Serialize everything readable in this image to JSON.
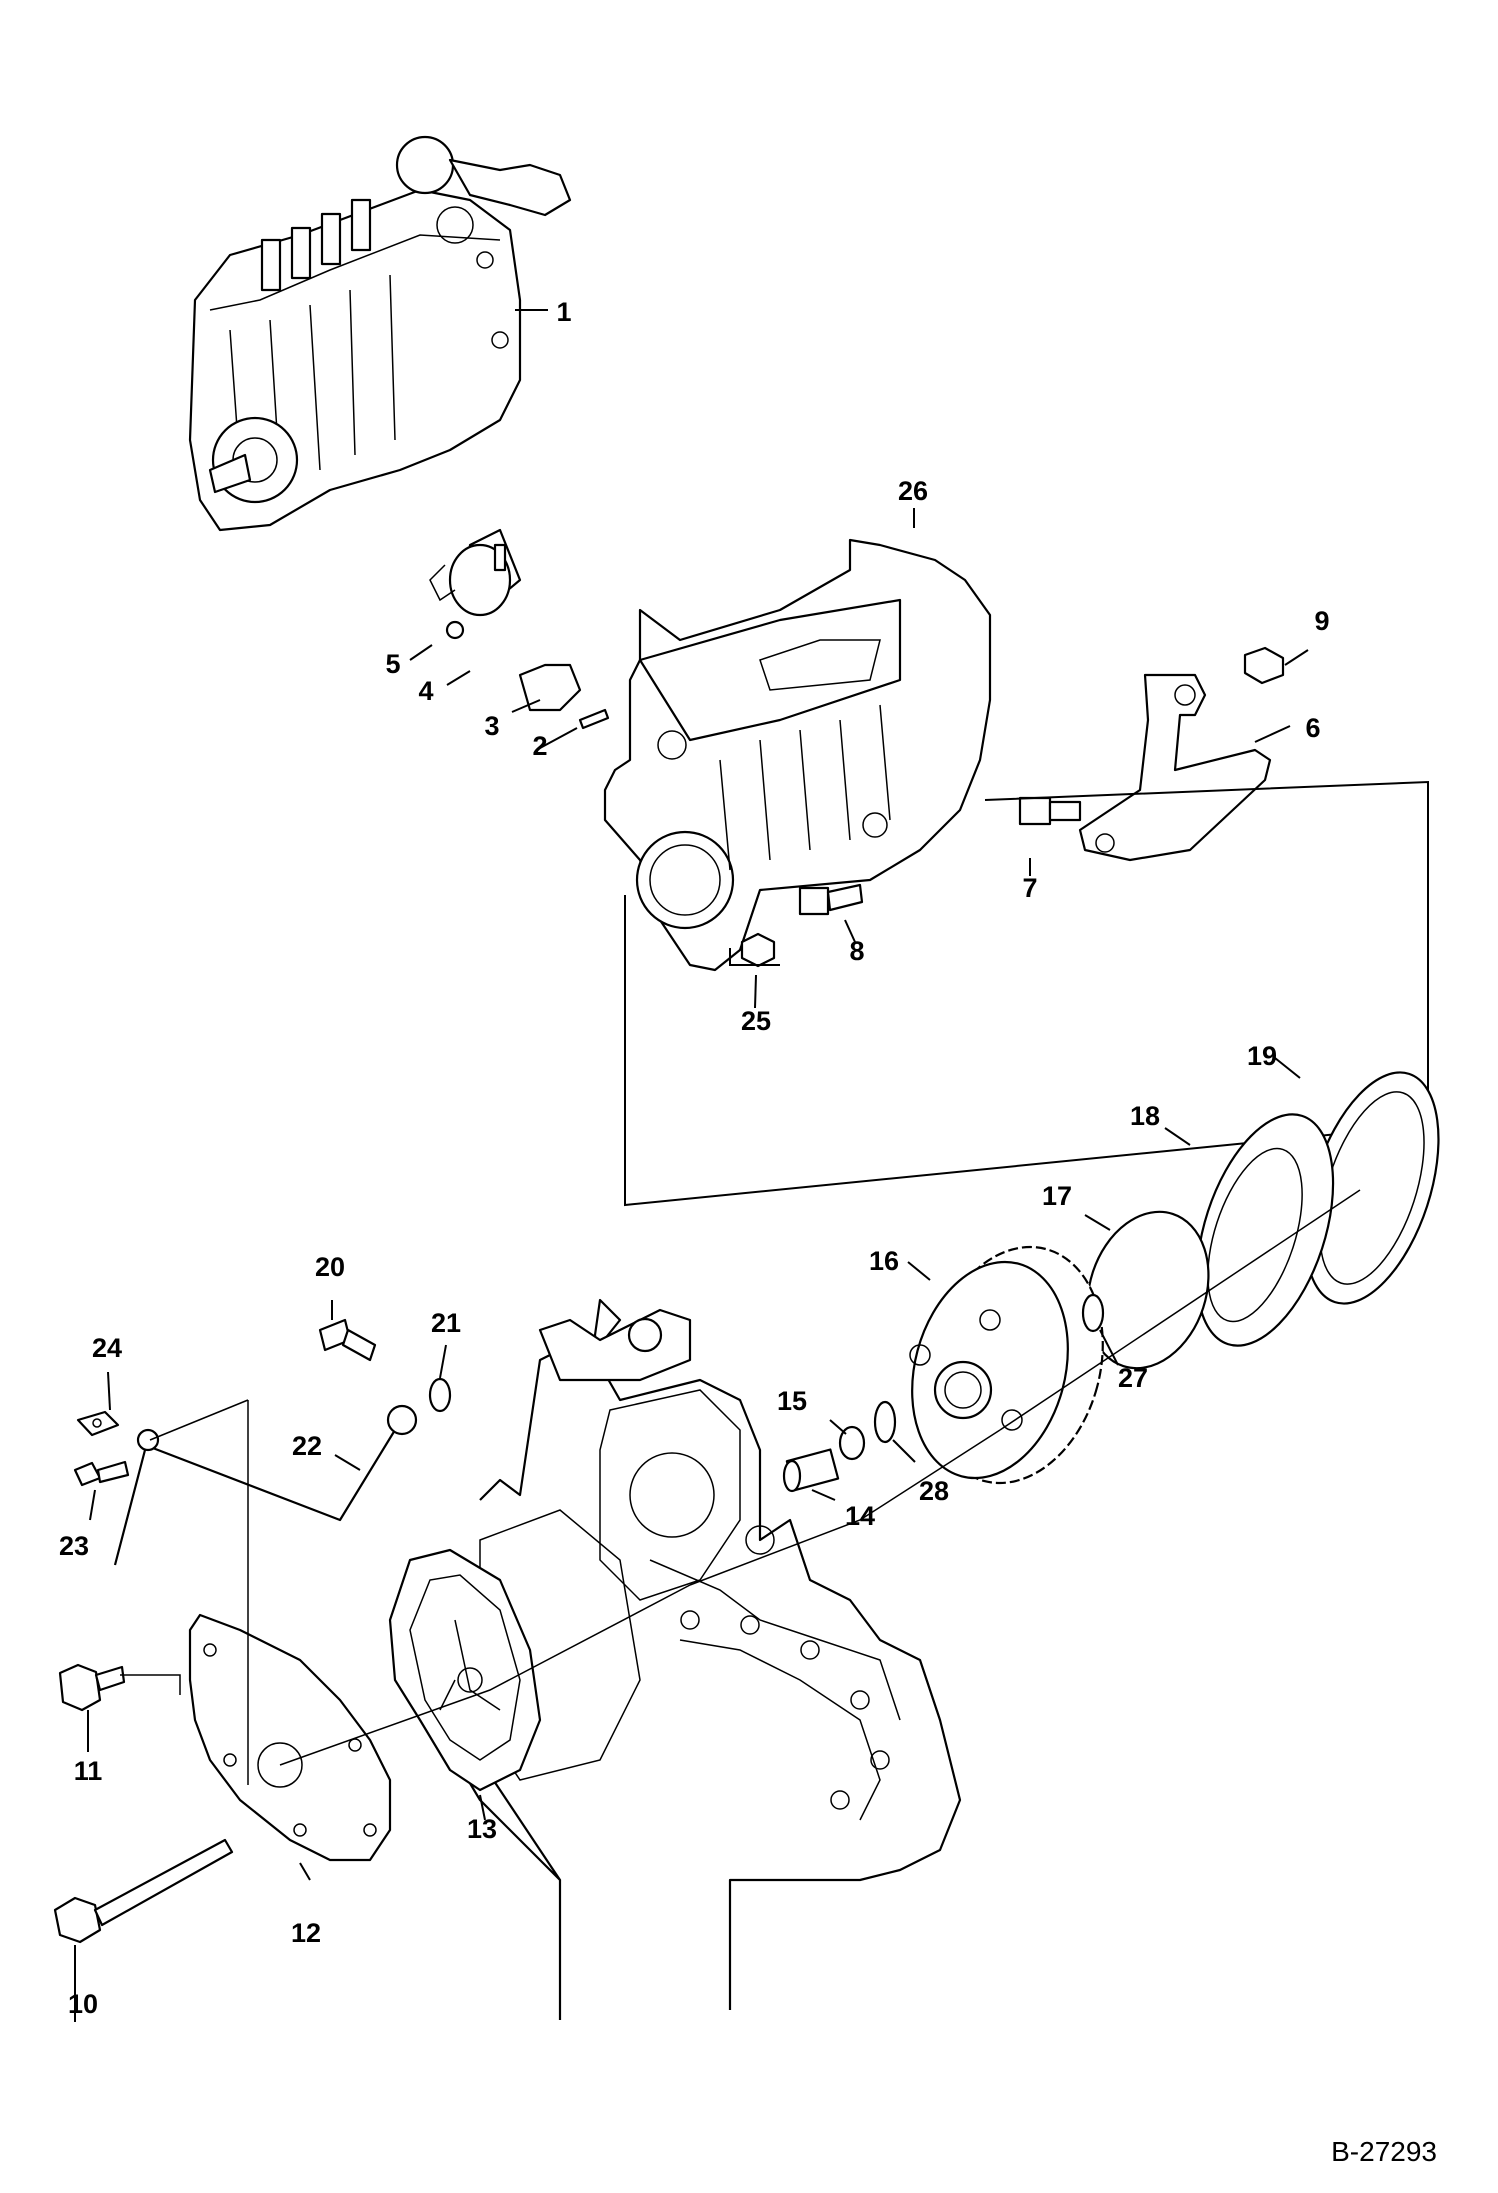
{
  "diagram": {
    "reference_code": "B-27293",
    "callouts": [
      {
        "id": "c1",
        "label": "1"
      },
      {
        "id": "c2",
        "label": "2"
      },
      {
        "id": "c3",
        "label": "3"
      },
      {
        "id": "c4",
        "label": "4"
      },
      {
        "id": "c5",
        "label": "5"
      },
      {
        "id": "c6",
        "label": "6"
      },
      {
        "id": "c7",
        "label": "7"
      },
      {
        "id": "c8",
        "label": "8"
      },
      {
        "id": "c9",
        "label": "9"
      },
      {
        "id": "c10",
        "label": "10"
      },
      {
        "id": "c11",
        "label": "11"
      },
      {
        "id": "c12",
        "label": "12"
      },
      {
        "id": "c13",
        "label": "13"
      },
      {
        "id": "c14",
        "label": "14"
      },
      {
        "id": "c15",
        "label": "15"
      },
      {
        "id": "c16",
        "label": "16"
      },
      {
        "id": "c17",
        "label": "17"
      },
      {
        "id": "c18",
        "label": "18"
      },
      {
        "id": "c19",
        "label": "19"
      },
      {
        "id": "c20",
        "label": "20"
      },
      {
        "id": "c21",
        "label": "21"
      },
      {
        "id": "c22",
        "label": "22"
      },
      {
        "id": "c23",
        "label": "23"
      },
      {
        "id": "c24",
        "label": "24"
      },
      {
        "id": "c25",
        "label": "25"
      },
      {
        "id": "c26",
        "label": "26"
      },
      {
        "id": "c27",
        "label": "27"
      },
      {
        "id": "c28",
        "label": "28"
      }
    ]
  }
}
